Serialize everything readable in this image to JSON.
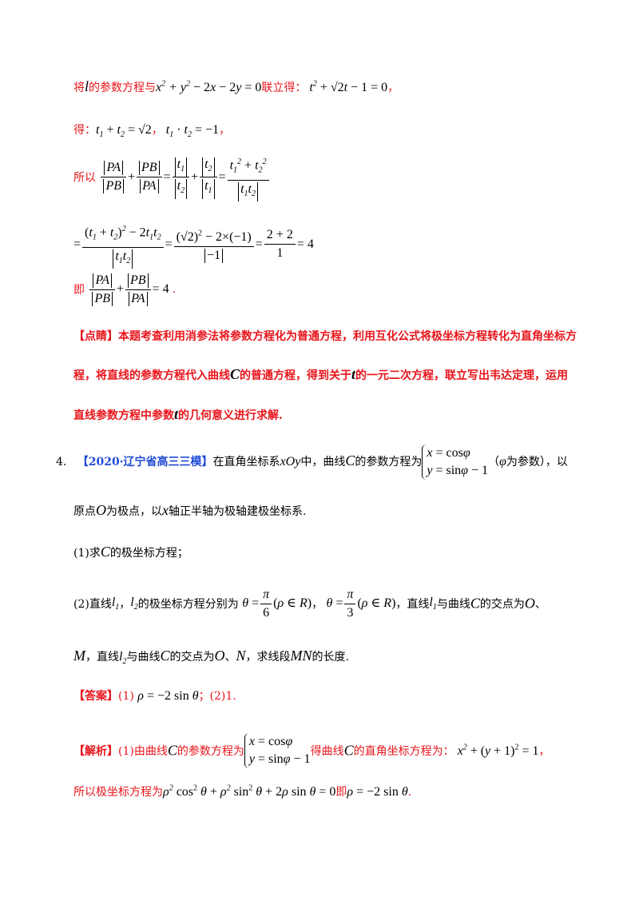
{
  "lines": {
    "l1": {
      "t1": "将",
      "t2": "的参数方程与",
      "t3": "联立得：",
      "t4": "，"
    },
    "l2": {
      "t1": "得：",
      "t2": "，",
      "t3": "，"
    },
    "l3": {
      "t1": "所以"
    },
    "l5": {
      "t1": "即",
      "t2": "."
    },
    "dianjing": {
      "tag": "【点睛】",
      "p1": "本题考查利用消参法将参数方程化为普通方程，利用互化公式将极坐标方程转化为直角坐标方",
      "p2a": "程，将直线的参数方程代入曲线",
      "p2b": "的普通方程，得到关于",
      "p2c": "的一元二次方程，联立写出韦达定理，运用",
      "p3a": "直线参数方程中参数",
      "p3b": "的几何意义进行求解."
    },
    "q4": {
      "num": "4.",
      "source": "【2020·辽宁省高三三模】",
      "t1": "在直角坐标系",
      "t2": "中，曲线",
      "t3": "的参数方程为",
      "t4": "（",
      "t5": "为参数），以",
      "t6": "原点",
      "t7": "为极点，以",
      "t8": "轴正半轴为极轴建极坐标系.",
      "s1a": "(1)求",
      "s1b": "的极坐标方程；",
      "s2a": "(2)直线",
      "s2b": "，",
      "s2c": "的极坐标方程分别为",
      "s2d": "，",
      "s2e": "，直线",
      "s2f": "与曲线",
      "s2g": "的交点为",
      "s2h": "、",
      "s3a": "，直线",
      "s3b": "与曲线",
      "s3c": "的交点为",
      "s3d": "、",
      "s3e": "，求线段",
      "s3f": "的长度."
    },
    "answer": {
      "tag": "【答案】",
      "a1": "(1)",
      "a2": "；(2)",
      "a3": "1."
    },
    "analysis": {
      "tag": "【解析】",
      "p1a": "(1)由曲线",
      "p1b": "的参数方程为",
      "p1c": "得曲线",
      "p1d": "的直角坐标方程为：",
      "p1e": "，",
      "p2a": "所以极坐标方程为",
      "p2b": "即",
      "p2c": "."
    }
  }
}
